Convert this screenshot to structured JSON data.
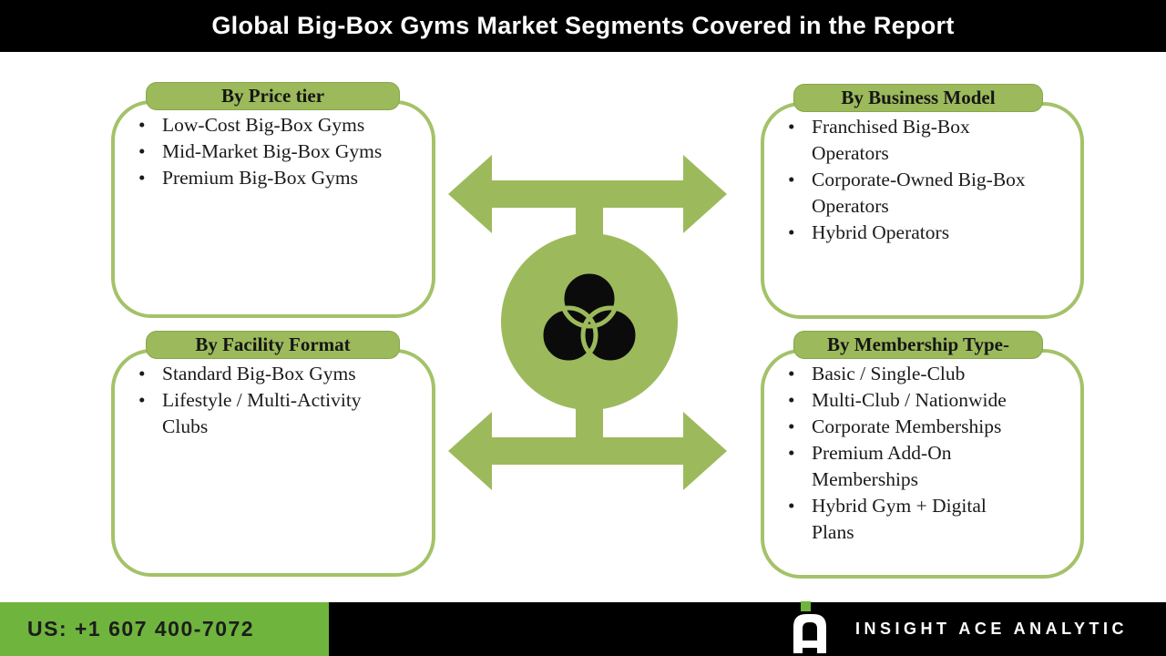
{
  "header": {
    "title": "Global Big-Box Gyms Market Segments Covered in the Report"
  },
  "boxes": [
    {
      "title": "By Price tier",
      "items": [
        [
          "Low-Cost Big-Box Gyms"
        ],
        [
          "Mid-Market Big-Box Gyms"
        ],
        [
          "Premium Big-Box Gyms"
        ]
      ]
    },
    {
      "title": "By Business Model",
      "items": [
        [
          "Franchised Big-Box",
          "Operators"
        ],
        [
          "Corporate-Owned Big-Box",
          "Operators"
        ],
        [
          "Hybrid Operators"
        ]
      ]
    },
    {
      "title": "By Facility Format",
      "items": [
        [
          "Standard Big-Box Gyms"
        ],
        [
          "Lifestyle / Multi-Activity",
          "Clubs"
        ]
      ]
    },
    {
      "title": "By Membership Type-",
      "items": [
        [
          "Basic / Single-Club"
        ],
        [
          "Multi-Club / Nationwide"
        ],
        [
          "Corporate Memberships"
        ],
        [
          "Premium Add-On",
          "Memberships"
        ],
        [
          "Hybrid Gym + Digital",
          "Plans"
        ]
      ]
    }
  ],
  "center": {
    "icon": "venn-three-circles-icon"
  },
  "footer": {
    "phone": "US: +1 607 400-7072",
    "brand": "INSIGHT ACE ANALYTIC"
  },
  "colors": {
    "diagram_green": "#9cba5c",
    "diagram_green_border": "#a4c269",
    "footer_green": "#6fb43d",
    "bar_black": "#000000",
    "background": "#ffffff"
  }
}
